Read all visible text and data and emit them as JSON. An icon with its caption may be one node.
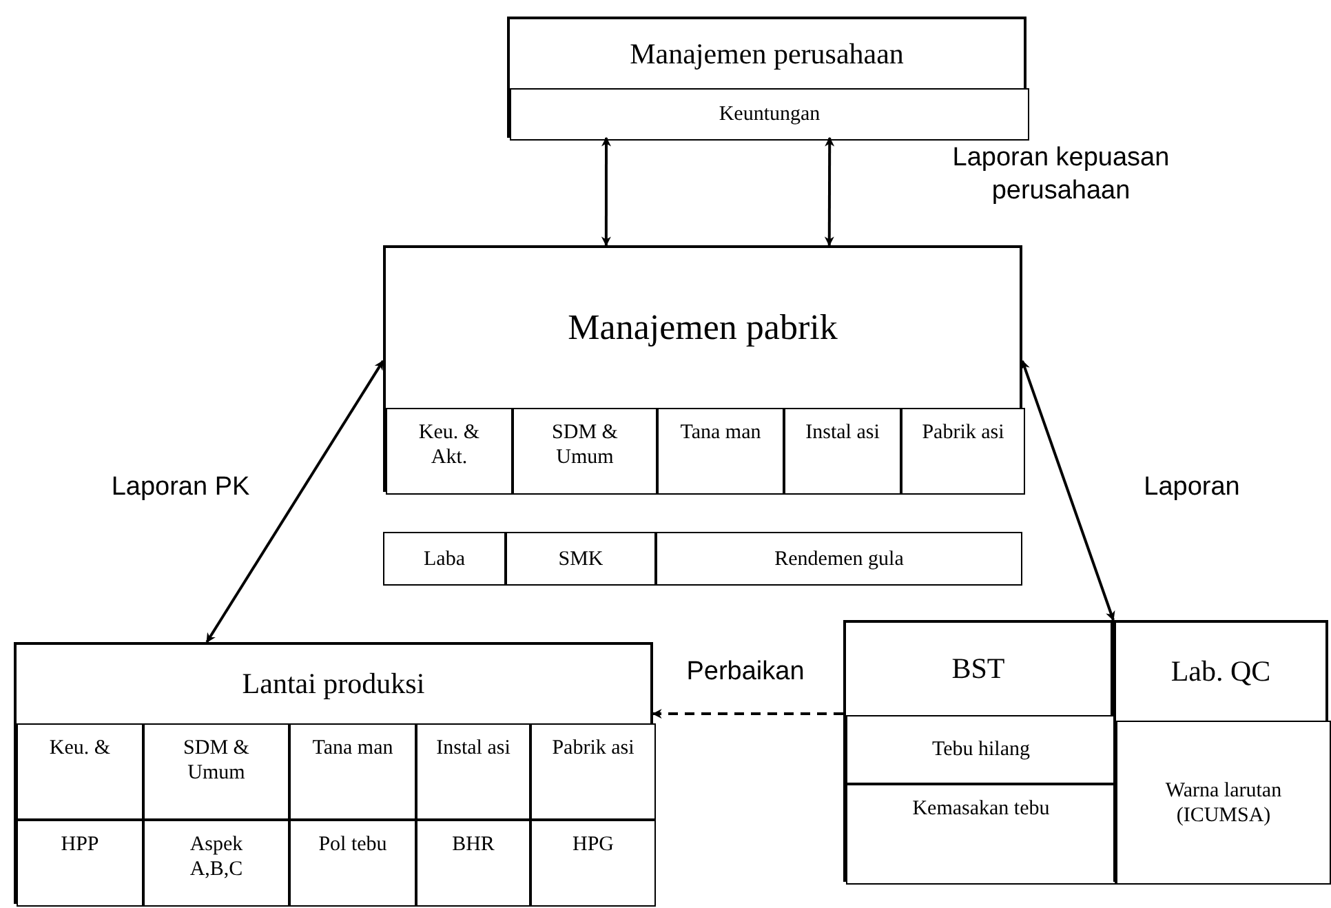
{
  "diagram": {
    "nodes": [
      {
        "text": [
          "Manajemen perusahaan"
        ]
      },
      {
        "text": [
          "Keuntungan"
        ],
        "in": 0
      },
      {
        "text": [
          "Manajemen pabrik"
        ]
      },
      {
        "text": [
          "Keu. & Akt."
        ],
        "in": 2
      },
      {
        "text": [
          "SDM & Umum"
        ],
        "in": 2
      },
      {
        "text": [
          "Tana man"
        ],
        "in": 2
      },
      {
        "text": [
          "Instal asi"
        ],
        "in": 2
      },
      {
        "text": [
          "Pabrik asi"
        ],
        "in": 2
      },
      {
        "text": [
          "Laba"
        ]
      },
      {
        "text": [
          "SMK"
        ]
      },
      {
        "text": [
          "Rendemen gula"
        ]
      },
      {
        "text": [
          "Lantai produksi"
        ]
      },
      {
        "text": [
          "Keu. &"
        ],
        "in": 11
      },
      {
        "text": [
          "SDM & Umum"
        ],
        "in": 11
      },
      {
        "text": [
          "Tana man"
        ],
        "in": 11
      },
      {
        "text": [
          "Instal asi"
        ],
        "in": 11
      },
      {
        "text": [
          "Pabrik asi"
        ],
        "in": 11
      },
      {
        "text": [
          "HPP"
        ],
        "in": 11
      },
      {
        "text": [
          "Aspek A,B,C"
        ],
        "in": 11
      },
      {
        "text": [
          "Pol tebu"
        ],
        "in": 11
      },
      {
        "text": [
          "BHR"
        ],
        "in": 11
      },
      {
        "text": [
          "HPG"
        ],
        "in": 11
      },
      {
        "text": [
          "BST"
        ]
      },
      {
        "text": [
          "Tebu hilang"
        ],
        "in": 22
      },
      {
        "text": [
          "Kemasakan tebu"
        ],
        "in": 22
      },
      {
        "text": [
          "Lab. QC"
        ]
      },
      {
        "text": [
          "Warna larutan (ICUMSA)"
        ],
        "in": 25
      }
    ],
    "edges": [
      {
        "from": 0,
        "to": 2,
        "arrow": "both"
      },
      {
        "from": 0,
        "to": 2,
        "arrow": "both",
        "label": "Laporan kepuasan perusahaan"
      },
      {
        "from": 2,
        "to": 11,
        "arrow": "both",
        "label": "Laporan PK"
      },
      {
        "from": 2,
        "to": 22,
        "arrow": "both",
        "label": "Laporan"
      },
      {
        "from": 22,
        "to": 11,
        "arrow": "to",
        "label": "Perbaikan",
        "style": "dashed"
      }
    ]
  }
}
